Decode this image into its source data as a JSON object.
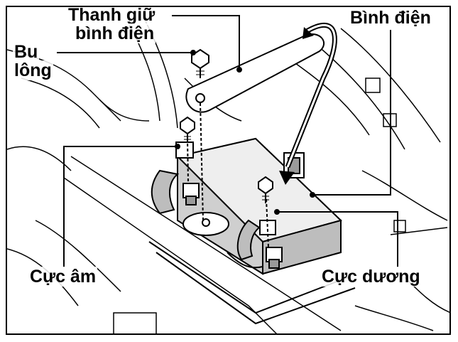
{
  "labels": {
    "hold_down_line1": "Thanh giữ",
    "hold_down_line2": "bình điện",
    "bolt_line1": "Bu",
    "bolt_line2": "lông",
    "battery": "Bình điện",
    "negative": "Cực âm",
    "positive": "Cực dương"
  },
  "colors": {
    "ink": "#000000",
    "paper": "#ffffff",
    "shade": "#d9d9d9",
    "shade_dark": "#9a9a9a"
  }
}
